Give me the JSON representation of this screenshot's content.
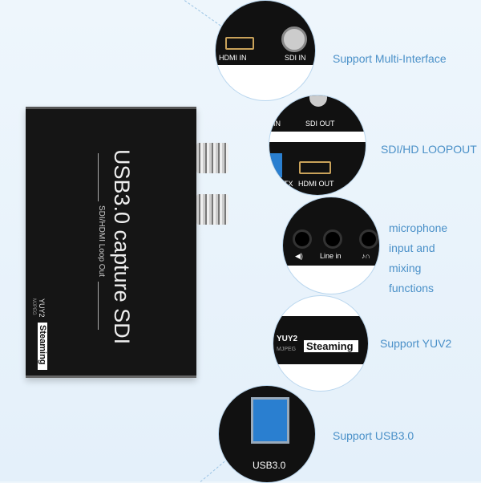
{
  "device": {
    "title": "USB3.0  capture SDI",
    "subtitle": "SDI/HDMI Loop Out",
    "badge_top": "YUY2",
    "badge_bottom": "MJPEG",
    "badge_main": "Steaming"
  },
  "features": [
    {
      "label": "Support Multi-Interface",
      "ports": [
        "HDMI IN",
        "SDI IN"
      ]
    },
    {
      "label": "SDI/HD LOOPOUT",
      "ports": [
        "IN",
        "SDI OUT",
        "TX",
        "HDMI OUT"
      ]
    },
    {
      "label": "microphone input and mixing functions",
      "ports": [
        "Line in"
      ]
    },
    {
      "label": "Support YUV2",
      "ports": [
        "YUY2",
        "MJPEG",
        "Steaming"
      ]
    },
    {
      "label": "Support USB3.0",
      "ports": [
        "USB3.0"
      ]
    }
  ],
  "colors": {
    "accent": "#4a90c8",
    "device": "#151515",
    "usb": "#2a7fd0"
  }
}
